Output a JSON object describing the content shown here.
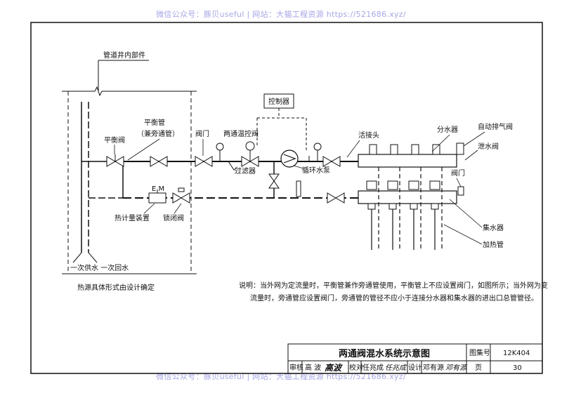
{
  "watermark": {
    "top": "微信公众号：豚贝useful | 网站：大猫工程资源 https://521686.xyz/",
    "bottom": "微信公众号：豚贝useful | 网站：大猫工程资源 https://521686.xyz/"
  },
  "labels": {
    "shaft_parts": "管道井内部件",
    "controller": "控制器",
    "balance_pipe": "平衡管",
    "bypass_pipe": "（兼旁通管）",
    "balance_valve": "平衡阀",
    "valve": "阀门",
    "two_way_valve": "两通温控阀",
    "union": "活接头",
    "filter": "过滤器",
    "circ_pump": "循环水泵",
    "distributor": "分水器",
    "auto_air_valve": "自动排气阀",
    "drain_valve": "泄水阀",
    "valve2": "阀门",
    "heat_meter": "热计量装置",
    "lock_valve": "锁闭阀",
    "em": "E.M",
    "collector": "集水器",
    "heating_pipe": "加热管",
    "primary": "一次供水 一次回水",
    "heat_source": "热源具体形式由设计确定"
  },
  "note": {
    "line1": "说明：当外网为定流量时，平衡管兼作旁通管使用，平衡管上不应设置阀门，如图所示；当外网为变",
    "line2": "流量时，旁通管应设置阀门，旁通管的管径不应小于连接分水器和集水器的进出口总管管径。"
  },
  "title_block": {
    "title": "两通阀混水系统示意图",
    "atlas_label": "图集号",
    "atlas_no": "12K404",
    "review": "审核",
    "reviewer": "高 波",
    "reviewer_sign": "高波",
    "check": "校对",
    "checker": "任兆成",
    "checker_sign": "任兆成",
    "design": "设计",
    "designer": "邓有源",
    "designer_sign": "邓有源",
    "page_label": "页",
    "page_no": "30"
  }
}
